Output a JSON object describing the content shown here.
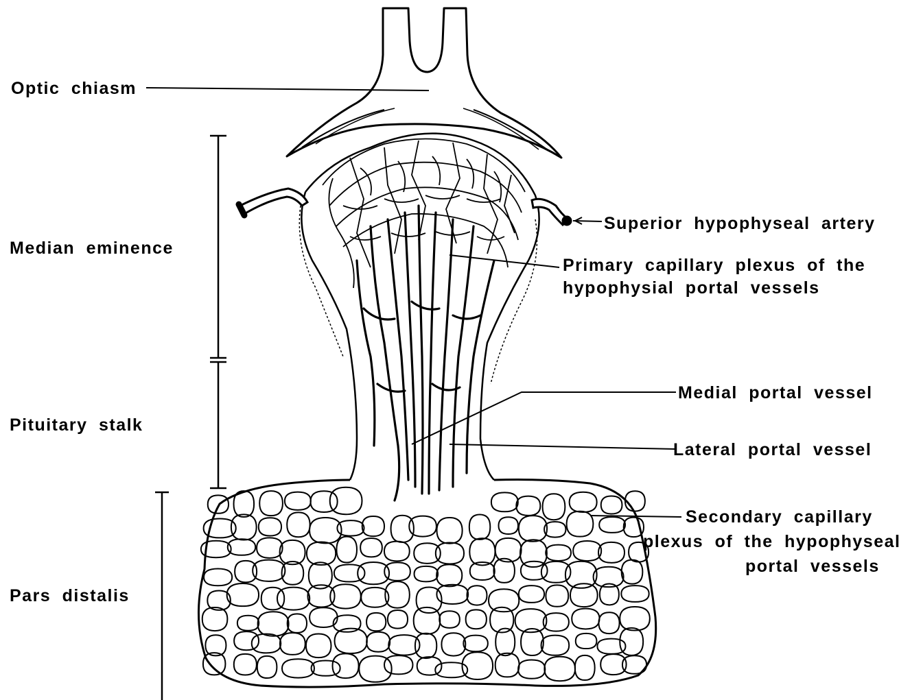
{
  "labels": {
    "optic_chiasm": "Optic chiasm",
    "median_eminence": "Median eminence",
    "pituitary_stalk": "Pituitary stalk",
    "pars_distalis": "Pars distalis",
    "superior_artery": "Superior hypophyseal artery",
    "primary_plexus_1": "Primary capillary plexus of the",
    "primary_plexus_2": "hypophysial portal vessels",
    "medial_portal": "Medial portal vessel",
    "lateral_portal": "Lateral portal vessel",
    "secondary_plexus_1": "Secondary capillary",
    "secondary_plexus_2": "plexus of the hypophyseal",
    "secondary_plexus_3": "portal vessels"
  },
  "colors": {
    "ink": "#000000",
    "paper": "#ffffff"
  }
}
